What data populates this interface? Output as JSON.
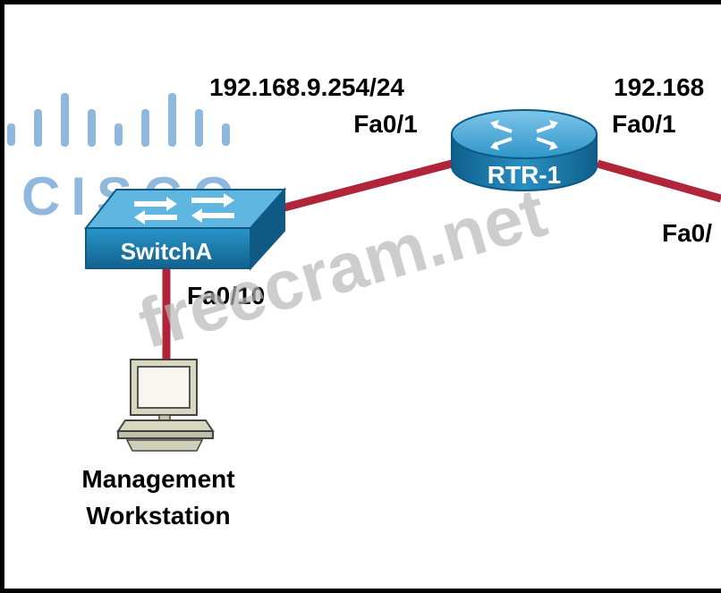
{
  "diagram": {
    "switch": {
      "label": "SwitchA",
      "ip_label": "192.168.9.254/24",
      "port_to_router": "Fa0/1",
      "port_to_workstation": "Fa0/10"
    },
    "router": {
      "label": "RTR-1",
      "port_left": "Fa0/1",
      "ip_label_right": "192.168",
      "port_right": "Fa0/"
    },
    "workstation": {
      "label_line1": "Management",
      "label_line2": "Workstation"
    }
  },
  "watermarks": {
    "logo_text": "CISCO",
    "site_text": "freecram.net"
  },
  "colors": {
    "link": "#b0253a",
    "background": "#ffffff",
    "frame": "#000000",
    "device_blue": "#1b7fb1",
    "logo_blue": "#8fb8dc",
    "watermark_gray": "#b8b8b8"
  }
}
